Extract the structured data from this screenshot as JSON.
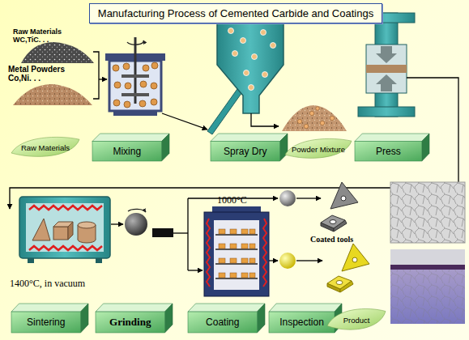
{
  "diagram": {
    "title": "Manufacturing Process of Cemented Carbide and Coatings",
    "nodes": [
      {
        "text": [
          "Raw Materials"
        ]
      },
      {
        "text": [
          "Mixing"
        ]
      },
      {
        "text": [
          "Spray Dry"
        ]
      },
      {
        "text": [
          "Powder Mixture"
        ]
      },
      {
        "text": [
          "Press"
        ]
      },
      {
        "text": [
          "Sintering"
        ]
      },
      {
        "text": [
          "Grinding"
        ]
      },
      {
        "text": [
          "Coating"
        ]
      },
      {
        "text": [
          "Inspection"
        ]
      },
      {
        "text": [
          "Product"
        ]
      }
    ],
    "labels": [
      "Raw Materials WC,TiC. . .",
      "Metal Powders Co,Ni. . .",
      "1400°C, in vacuum",
      "1000°C",
      "Coated tools"
    ]
  }
}
